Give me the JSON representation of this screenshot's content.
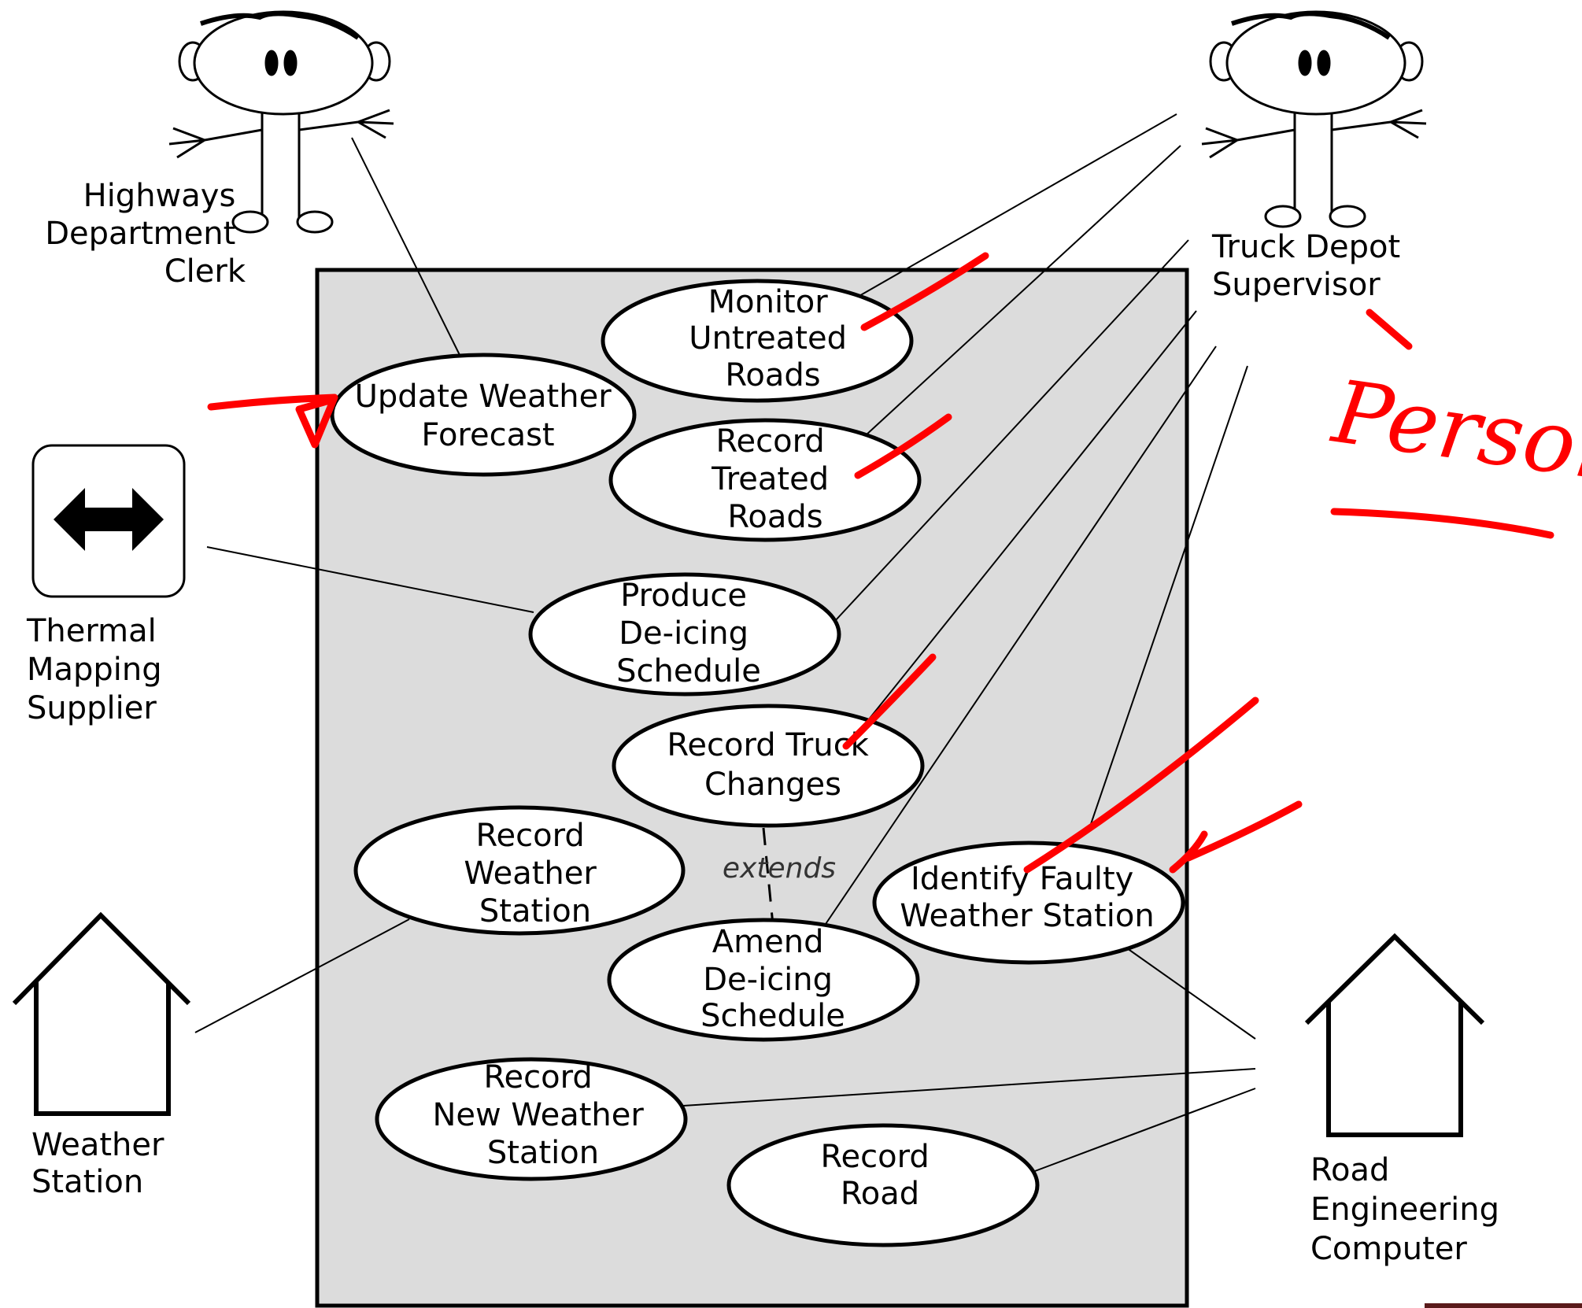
{
  "actors": {
    "highways_clerk": [
      "Highways",
      "Department",
      "Clerk"
    ],
    "truck_supervisor": [
      "Truck Depot",
      "Supervisor"
    ],
    "thermal_supplier": [
      "Thermal",
      "Mapping",
      "Supplier"
    ],
    "weather_station": [
      "Weather",
      "Station"
    ],
    "road_computer": [
      "Road",
      "Engineering",
      "Computer"
    ]
  },
  "use_cases": {
    "monitor": [
      "Monitor",
      "Untreated",
      "Roads"
    ],
    "update_forecast": [
      "Update Weather",
      "Forecast"
    ],
    "record_treated": [
      "Record",
      "Treated",
      "Roads"
    ],
    "produce_schedule": [
      "Produce",
      "De-icing",
      "Schedule"
    ],
    "record_truck": [
      "Record Truck",
      "Changes"
    ],
    "record_station": [
      "Record",
      "Weather",
      "Station"
    ],
    "identify_faulty": [
      "Identify Faulty",
      "Weather Station"
    ],
    "amend_schedule": [
      "Amend",
      "De-icing",
      "Schedule"
    ],
    "record_new_station": [
      "Record",
      "New Weather",
      "Station"
    ],
    "record_road": [
      "Record",
      "Road"
    ]
  },
  "relations": {
    "extends": "extends"
  },
  "annotation": {
    "handwritten": "Person"
  },
  "colors": {
    "system_fill": "#dcdcdc",
    "ink": "#ff0000"
  }
}
